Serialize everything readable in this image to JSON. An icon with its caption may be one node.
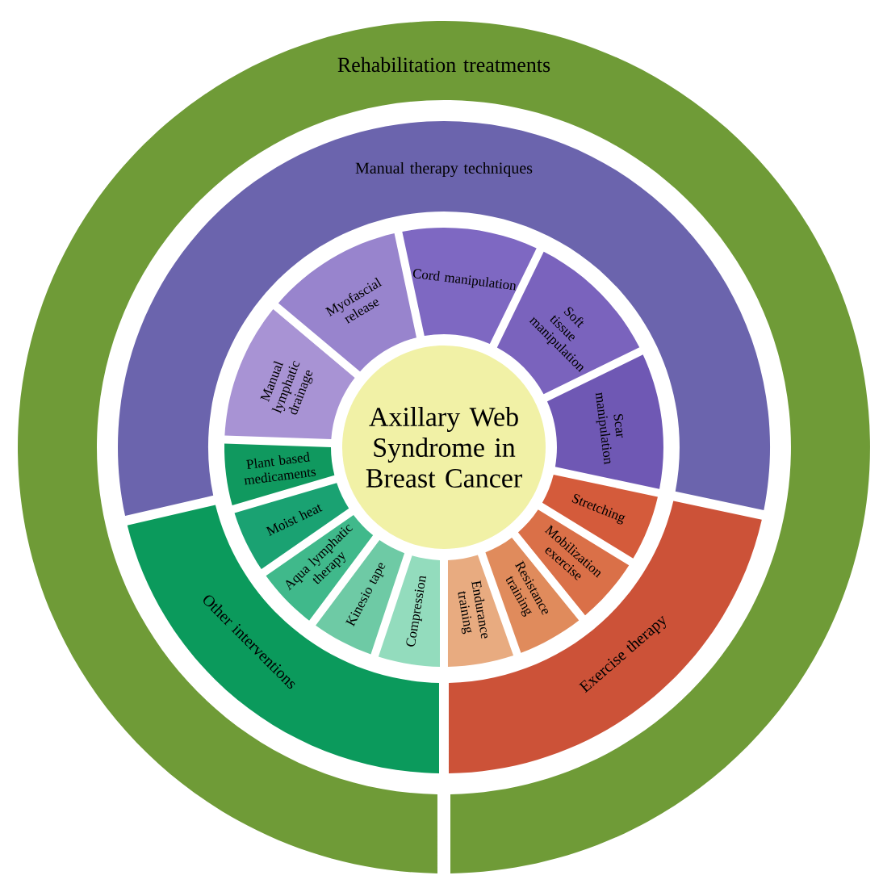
{
  "diagram": {
    "nodes": [
      {
        "text": [
          "Rehabilitation treatments"
        ]
      },
      {
        "text": [
          "Manual therapy techniques"
        ]
      },
      {
        "text": [
          "Exercise therapy"
        ]
      },
      {
        "text": [
          "Other interventions"
        ]
      },
      {
        "text": [
          "Axillary Web Syndrome in Breast Cancer"
        ]
      },
      {
        "text": [
          "Manual lymphatic drainage"
        ]
      },
      {
        "text": [
          "Myofascial release"
        ]
      },
      {
        "text": [
          "Cord manipulation"
        ]
      },
      {
        "text": [
          "Soft tissue manipulation"
        ]
      },
      {
        "text": [
          "Scar manipulation"
        ]
      },
      {
        "text": [
          "Stretching"
        ]
      },
      {
        "text": [
          "Mobilization exercise"
        ]
      },
      {
        "text": [
          "Resistance training"
        ]
      },
      {
        "text": [
          "Endurance training"
        ]
      },
      {
        "text": [
          "Compression"
        ]
      },
      {
        "text": [
          "Kinesio tape"
        ]
      },
      {
        "text": [
          "Aqua lymphatic therapy"
        ]
      },
      {
        "text": [
          "Moist heat"
        ]
      },
      {
        "text": [
          "Plant based medicaments"
        ]
      }
    ]
  }
}
